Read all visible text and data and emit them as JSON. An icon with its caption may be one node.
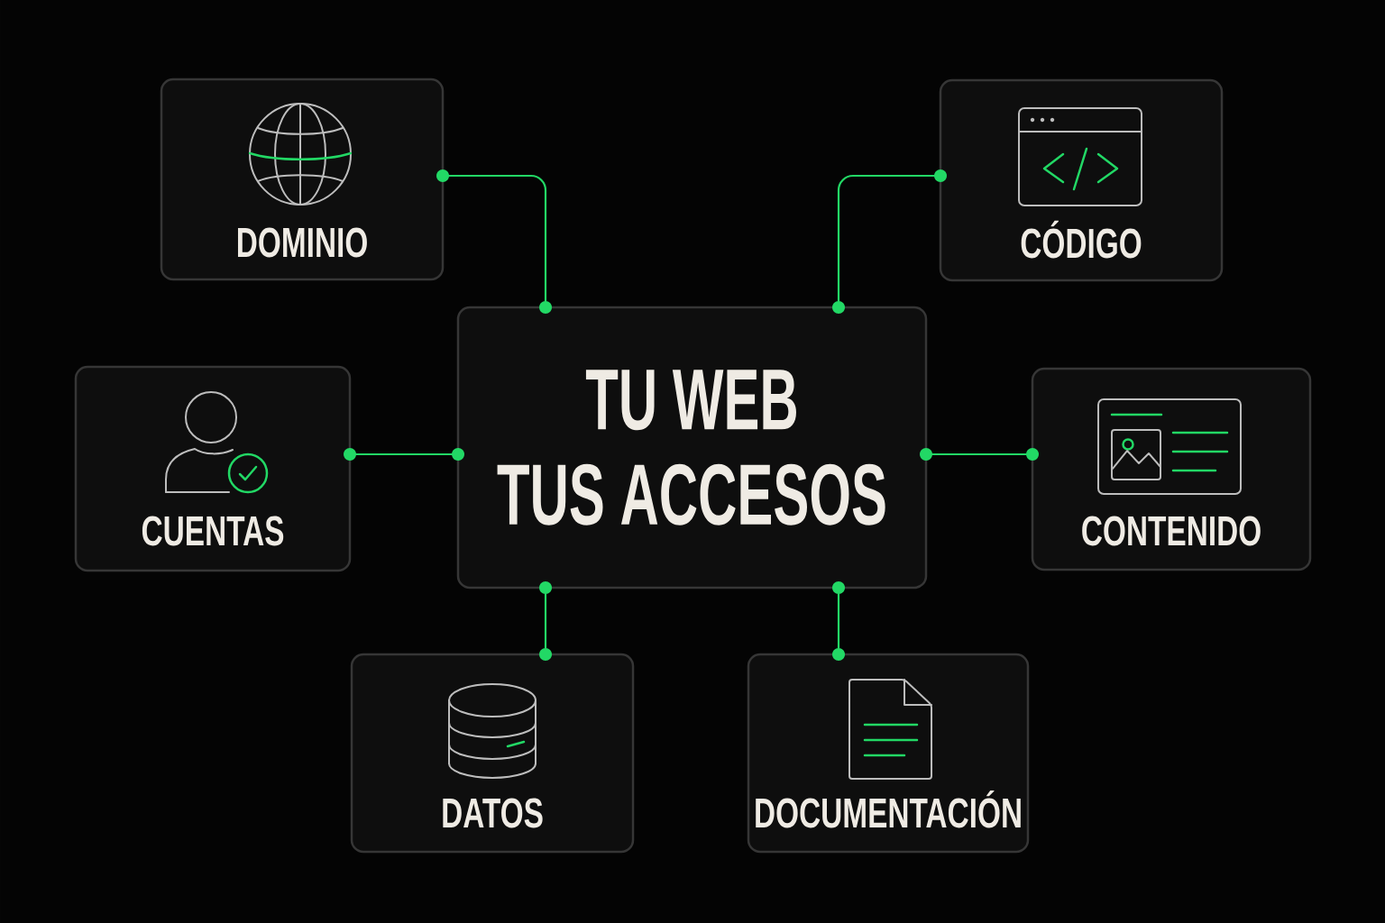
{
  "diagram": {
    "nodes": [
      {
        "text": [
          "DOMINIO"
        ]
      },
      {
        "text": [
          "CÓDIGO"
        ]
      },
      {
        "text": [
          "TU WEB",
          "TUS ACCESOS"
        ]
      },
      {
        "text": [
          "CUENTAS"
        ]
      },
      {
        "text": [
          "CONTENIDO"
        ]
      },
      {
        "text": [
          "DATOS"
        ]
      },
      {
        "text": [
          "DOCUMENTACIÓN"
        ]
      }
    ],
    "edges": [
      {
        "from": 2,
        "to": 0,
        "arrow": "other"
      },
      {
        "from": 2,
        "to": 1,
        "arrow": "other"
      },
      {
        "from": 2,
        "to": 3,
        "arrow": "other"
      },
      {
        "from": 2,
        "to": 4,
        "arrow": "other"
      },
      {
        "from": 2,
        "to": 5,
        "arrow": "other"
      },
      {
        "from": 2,
        "to": 6,
        "arrow": "other"
      }
    ]
  }
}
